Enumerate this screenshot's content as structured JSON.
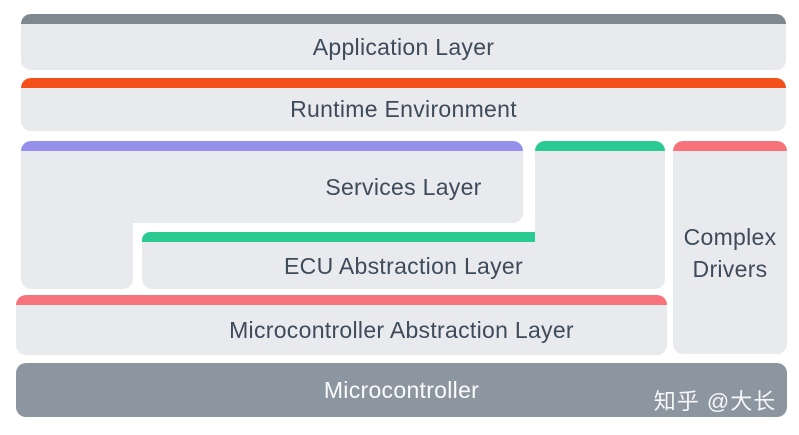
{
  "diagram": {
    "layers": {
      "application": {
        "label": "Application Layer",
        "accent_color": "#7f888f"
      },
      "runtime": {
        "label": "Runtime Environment",
        "accent_color": "#f4501a"
      },
      "services": {
        "label": "Services Layer",
        "accent_color": "#9590ec"
      },
      "ecu_abstraction": {
        "label": "ECU Abstraction Layer",
        "accent_color": "#2bca93"
      },
      "complex_drivers": {
        "label": "Complex Drivers",
        "accent_color": "#f6737c"
      },
      "mcal": {
        "label": "Microcontroller Abstraction Layer",
        "accent_color": "#f6737c"
      },
      "microcontroller": {
        "label": "Microcontroller",
        "fill_color": "#8c96a0"
      }
    },
    "block_fill_color": "#e9eaee",
    "text_color": "#3d4b5a",
    "watermark": "知乎 @大长"
  }
}
